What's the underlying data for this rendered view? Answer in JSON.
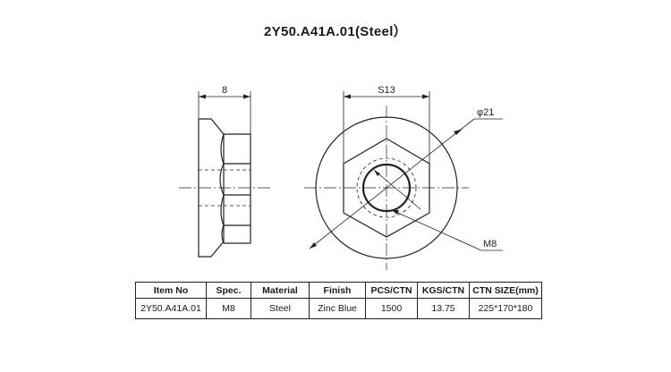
{
  "title": "2Y50.A41A.01(Steel）",
  "dimensions": {
    "thickness": "8",
    "across_flats": "S13",
    "diameter": "φ21",
    "thread": "M8"
  },
  "table": {
    "headers": [
      "Item No",
      "Spec.",
      "Material",
      "Finish",
      "PCS/CTN",
      "KGS/CTN",
      "CTN SIZE(mm)"
    ],
    "row": [
      "2Y50.A41A.01",
      "M8",
      "Steel",
      "Zinc Blue",
      "1500",
      "13.75",
      "225*170*180"
    ]
  }
}
